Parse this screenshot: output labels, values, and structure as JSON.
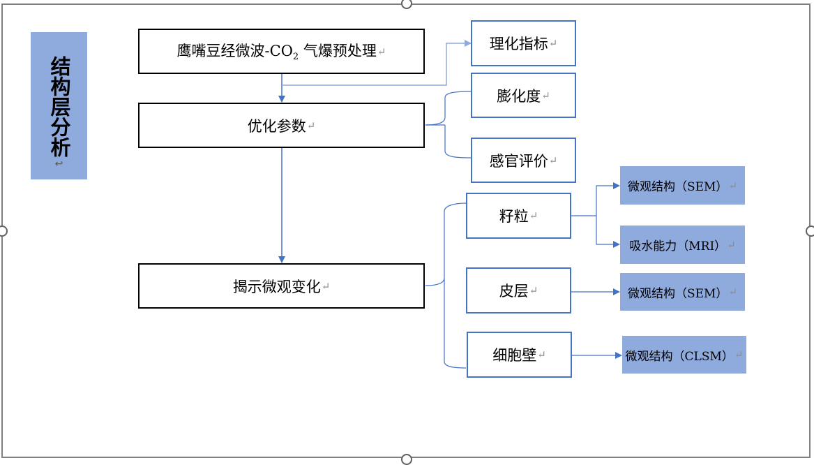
{
  "side_title": "结构层分析",
  "return_mark": "↵",
  "side_mark": "↩",
  "nodes": {
    "pretreat_pre": "鹰嘴豆经微波-CO",
    "pretreat_sub": "2",
    "pretreat_post": "气爆预处理",
    "optimize": "优化参数",
    "reveal": "揭示微观变化",
    "physchem": "理化指标",
    "expansion": "膨化度",
    "sensory": "感官评价",
    "grain": "籽粒",
    "skin": "皮层",
    "cellwall": "细胞壁",
    "grain_sem": "微观结构（SEM）",
    "grain_mri": "吸水能力（MRI）",
    "skin_sem": "微观结构（SEM）",
    "cellwall_clsm": "微观结构（CLSM）"
  },
  "colors": {
    "fill_blue": "#8faadc",
    "border_blue": "#4472c4",
    "connector": "#4472c4"
  }
}
